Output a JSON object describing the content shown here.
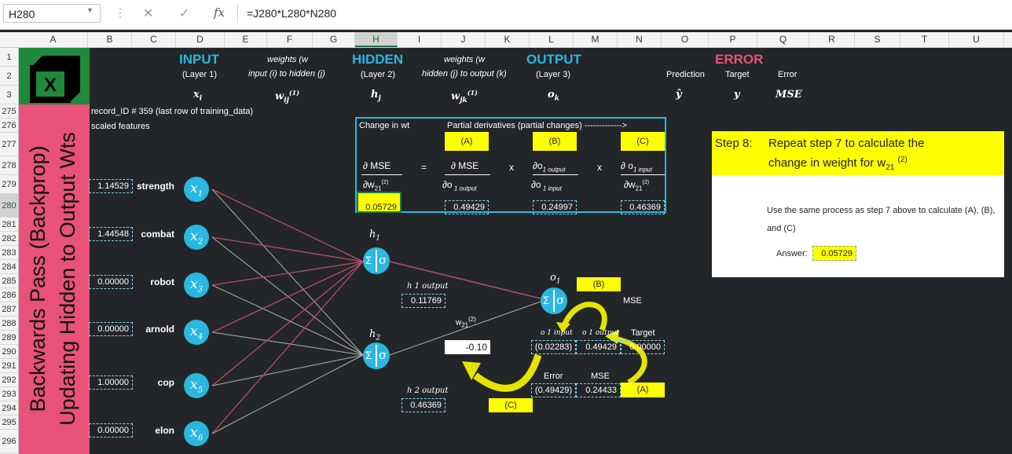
{
  "formula_bar": {
    "name_box": "H280",
    "cancel_icon": "✕",
    "enter_icon": "✓",
    "fx_label": "fx",
    "formula": "=J280*L280*N280"
  },
  "columns": [
    "A",
    "B",
    "C",
    "D",
    "E",
    "F",
    "G",
    "H",
    "I",
    "J",
    "K",
    "L",
    "M",
    "N",
    "O",
    "P",
    "Q",
    "R",
    "S",
    "T",
    "U"
  ],
  "rows": [
    "1",
    "2",
    "3",
    "275",
    "276",
    "277",
    "278",
    "279",
    "280",
    "281",
    "282",
    "283",
    "284",
    "285",
    "286",
    "287",
    "288",
    "289",
    "290",
    "291",
    "292",
    "293",
    "294",
    "295",
    "296"
  ],
  "selected_cell": "H280",
  "header": {
    "input_title": "INPUT",
    "input_sub": "(Layer 1)",
    "weights1_title": "weights (w",
    "weights1_sub": "input (i) to hidden (j)",
    "hidden_title": "HIDDEN",
    "hidden_sub": "(Layer 2)",
    "weights2_title": "weights (w",
    "weights2_sub": "hidden (j) to output (k)",
    "output_title": "OUTPUT",
    "output_sub": "(Layer 3)",
    "error_title": "ERROR",
    "prediction": "Prediction",
    "target": "Target",
    "error_label": "Error",
    "sym_x": "x",
    "sym_x_sub": "i",
    "sym_w1": "w",
    "sym_w1_sub": "ij",
    "sym_w1_sup": "(1)",
    "sym_h": "h",
    "sym_h_sub": "j",
    "sym_w2": "w",
    "sym_w2_sub": "jk",
    "sym_w2_sup": "(1)",
    "sym_o": "o",
    "sym_o_sub": "k",
    "sym_yhat": "ŷ",
    "sym_y": "y",
    "sym_mse": "MSE"
  },
  "side_title_line1": "Backwards Pass (Backprop)",
  "side_title_line2": "Updating Hidden to Output Wts",
  "record_label": "record_ID # 359 (last row of training_data)",
  "scaled_label": "scaled features",
  "features": [
    {
      "value": "1.14529",
      "name": "strength",
      "node": "x",
      "sub": "1"
    },
    {
      "value": "1.44548",
      "name": "combat",
      "node": "x",
      "sub": "2"
    },
    {
      "value": "0.00000",
      "name": "robot",
      "node": "x",
      "sub": "3"
    },
    {
      "value": "0.00000",
      "name": "arnold",
      "node": "x",
      "sub": "4"
    },
    {
      "value": "1.00000",
      "name": "cop",
      "node": "x",
      "sub": "5"
    },
    {
      "value": "0.00000",
      "name": "elon",
      "node": "x",
      "sub": "6"
    }
  ],
  "derivatives": {
    "change_in_wt": "Change in wt",
    "partial_title": "Partial derivatives (partial changes)  ------------->",
    "label_a": "(A)",
    "label_b": "(B)",
    "label_c": "(C)",
    "d_mse_num": "∂ MSE",
    "d_w21_den": "∂w",
    "equals": "=",
    "times": "x",
    "a_num": "∂ MSE",
    "a_den": "∂o",
    "b_num": "∂o",
    "b_den": "∂o",
    "c_num": "∂ o",
    "c_den": "∂w",
    "val_change": "0.05729",
    "val_a": "0.49429",
    "val_b": "0.24997",
    "val_c": "0.46369"
  },
  "network": {
    "h1_label": "h",
    "h2_label": "h",
    "h1_output_label": "h 1 output",
    "h1_output_value": "0.11769",
    "h2_output_label": "h 2 output",
    "h2_output_value": "0.46369",
    "w21_label": "w",
    "w21_value": "-0.10",
    "o1_label": "o",
    "sigma": "Σ",
    "sig": "σ",
    "mse_label": "MSE",
    "o1_input_label": "o 1 input",
    "o1_output_label": "o 1 output",
    "target_label": "Target",
    "o1_input_value": "(0.02283)",
    "o1_output_value": "0.49429",
    "target_value": "0.00000",
    "error_label": "Error",
    "mse2_label": "MSE",
    "error_value": "(0.49429)",
    "mse_value": "0.24433",
    "tag_a": "(A)",
    "tag_b": "(B)",
    "tag_c": "(C)"
  },
  "step": {
    "num": "Step 8:",
    "title_line1": "Repeat step 7 to calculate the",
    "title_line2": "change in weight for w",
    "title_sub": "21",
    "title_sup": "(2)",
    "body": "Use the same process as step 7 above to calculate (A), (B), and (C)",
    "answer_label": "Answer:",
    "answer_value": "0.05729"
  },
  "colors": {
    "accent_cyan": "#2ab7e0",
    "accent_pink": "#e8527a",
    "highlight_yellow": "#ffff00",
    "excel_green": "#217346"
  }
}
